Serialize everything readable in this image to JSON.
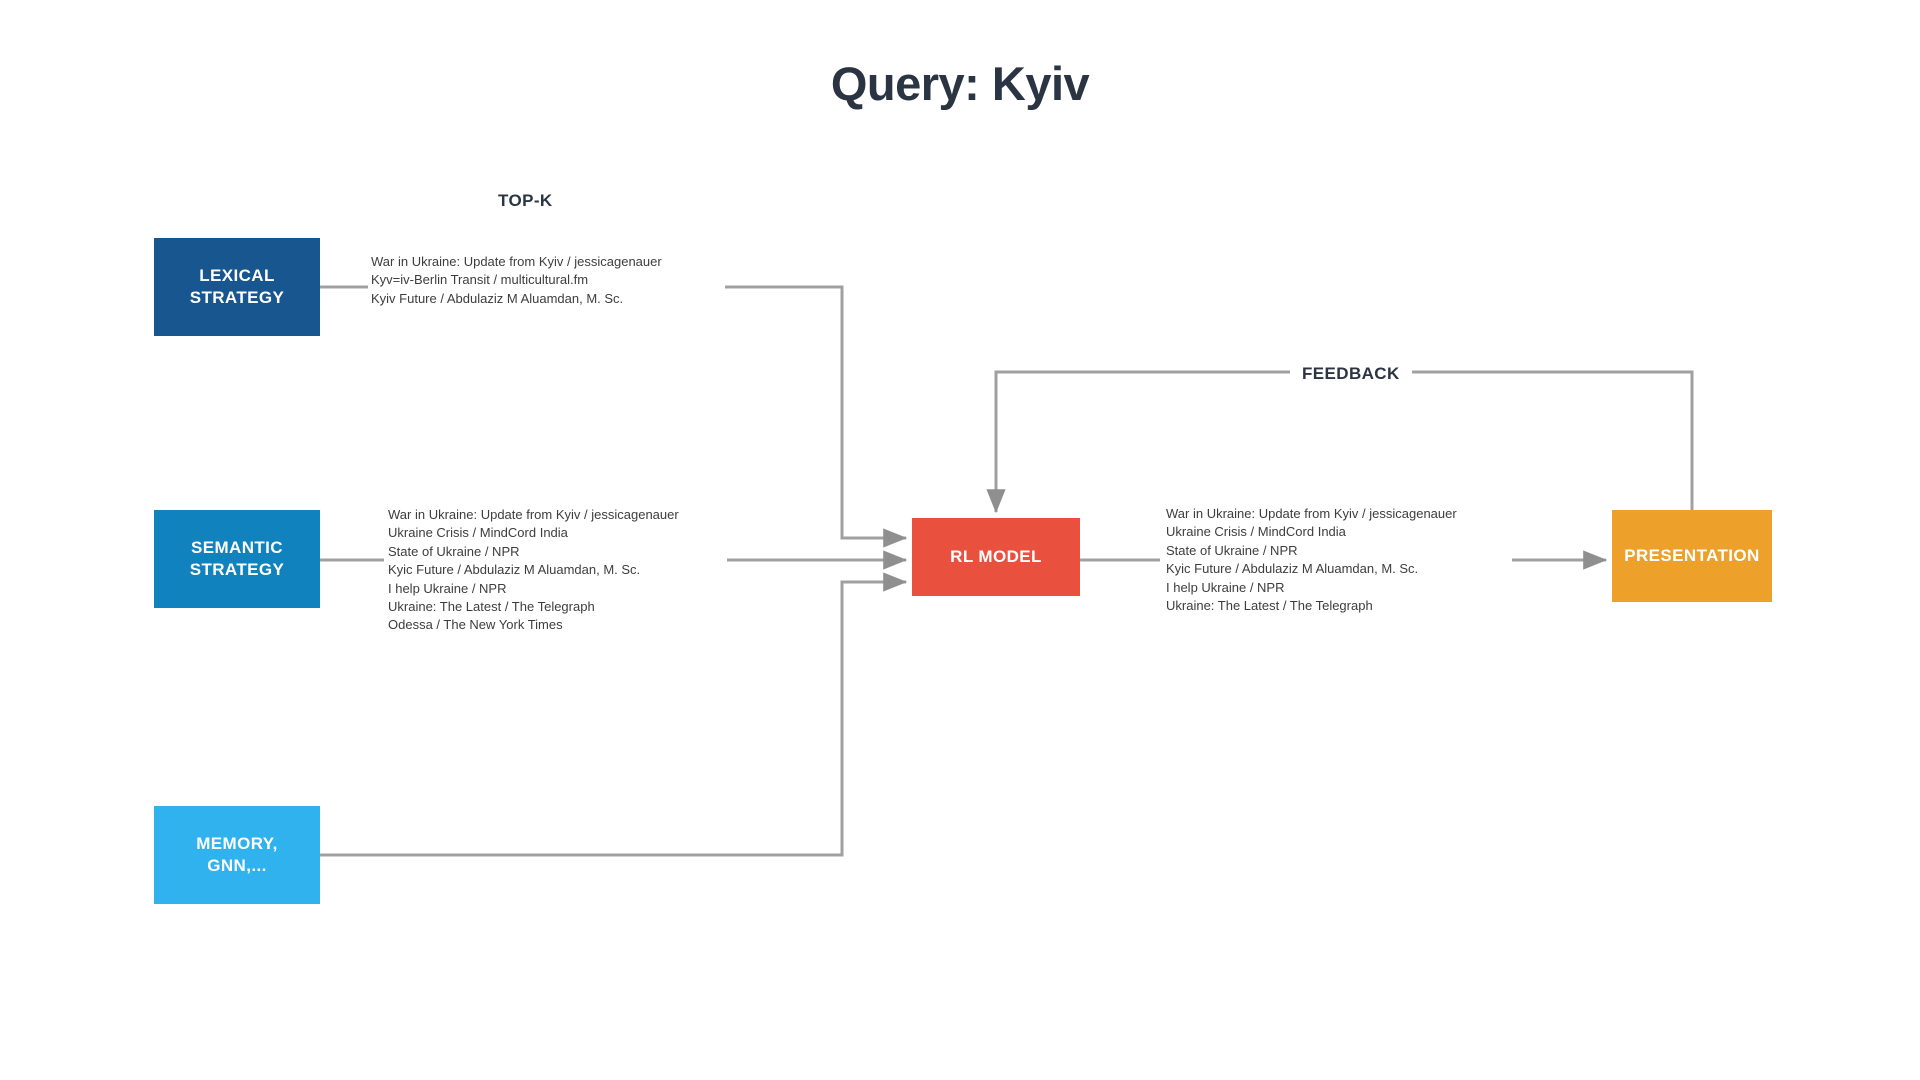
{
  "title": "Query: Kyiv",
  "labels": {
    "topk": "TOP-K",
    "feedback": "FEEDBACK"
  },
  "colors": {
    "lexical": "#17568f",
    "semantic": "#1082bd",
    "memory": "#2fb2ed",
    "rl_model": "#e9503e",
    "presentation": "#eda02a",
    "title": "#2a3442",
    "connector": "#a0a0a0",
    "background": "#ffffff",
    "body_text": "#3d3d3d"
  },
  "nodes": {
    "lexical": {
      "line1": "LEXICAL",
      "line2": "STRATEGY"
    },
    "semantic": {
      "line1": "SEMANTIC",
      "line2": "STRATEGY"
    },
    "memory": {
      "line1": "MEMORY,",
      "line2": "GNN,..."
    },
    "rl_model": {
      "label": "RL MODEL"
    },
    "presentation": {
      "label": "PRESENTATION"
    }
  },
  "lists": {
    "lexical_results": [
      "War in Ukraine: Update from Kyiv / jessicagenauer",
      "Kyv=iv-Berlin Transit / multicultural.fm",
      "Kyiv Future / Abdulaziz M Aluamdan, M. Sc."
    ],
    "semantic_results": [
      "War in Ukraine: Update from Kyiv / jessicagenauer",
      "Ukraine Crisis / MindCord India",
      "State of Ukraine / NPR",
      "Kyic Future / Abdulaziz M Aluamdan, M. Sc.",
      "I help Ukraine / NPR",
      "Ukraine: The Latest / The Telegraph",
      "Odessa / The New York Times"
    ],
    "ranked_output": [
      "War in Ukraine: Update from Kyiv / jessicagenauer",
      "Ukraine Crisis / MindCord India",
      "State of Ukraine / NPR",
      "Kyic Future / Abdulaziz M Aluamdan, M. Sc.",
      "I help Ukraine / NPR",
      "Ukraine: The Latest / The Telegraph"
    ]
  }
}
